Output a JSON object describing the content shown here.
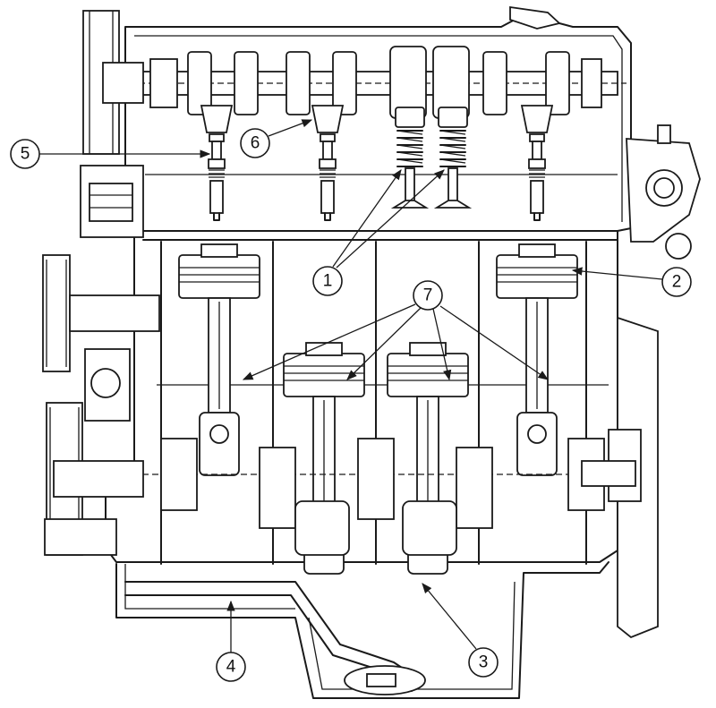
{
  "diagram": {
    "callouts": [
      {
        "label": "1"
      },
      {
        "label": "2"
      },
      {
        "label": "3"
      },
      {
        "label": "4"
      },
      {
        "label": "5"
      },
      {
        "label": "6"
      },
      {
        "label": "7"
      }
    ]
  }
}
